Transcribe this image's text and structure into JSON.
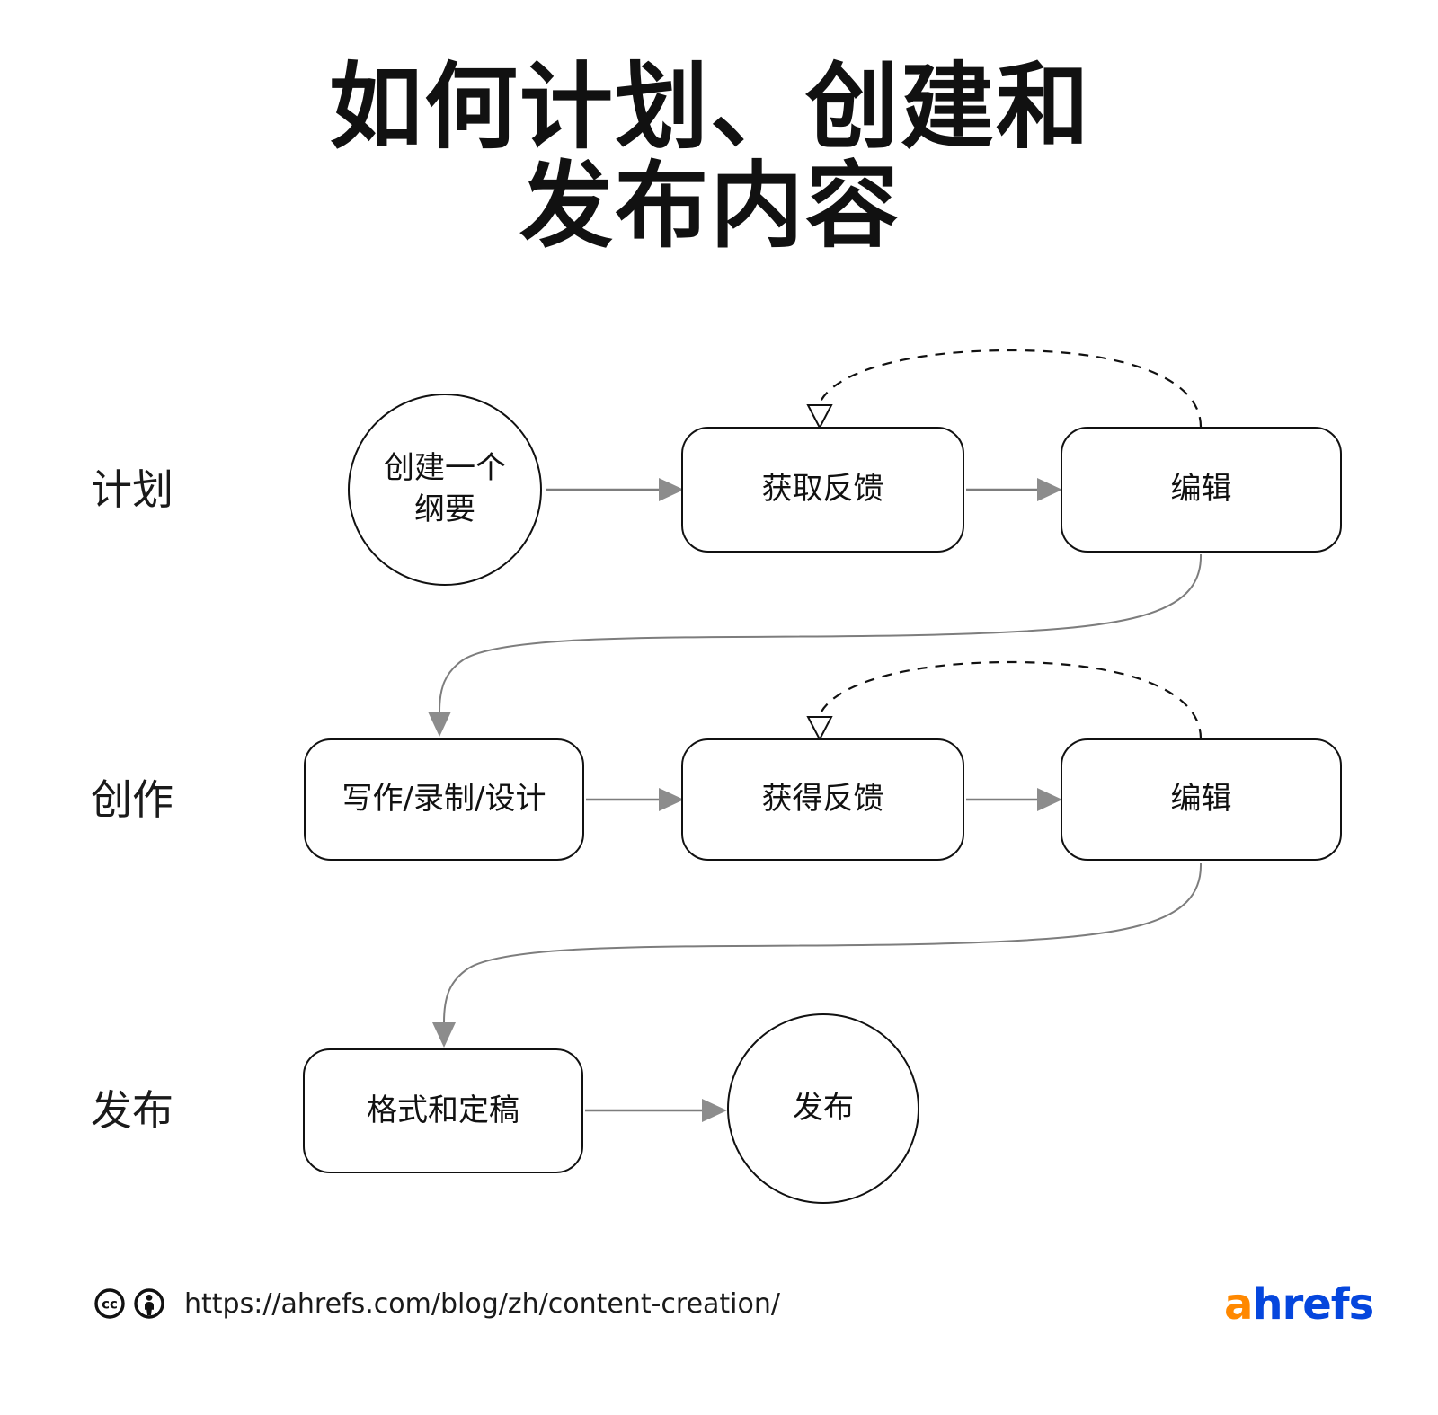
{
  "title": {
    "line1": "如何计划、创建和",
    "line2": "发布内容"
  },
  "rows": [
    {
      "label": "计划",
      "nodes": [
        {
          "text": "创建一个\n纲要",
          "shape": "circle"
        },
        {
          "text": "获取反馈",
          "shape": "box"
        },
        {
          "text": "编辑",
          "shape": "box"
        }
      ]
    },
    {
      "label": "创作",
      "nodes": [
        {
          "text": "写作/录制/设计",
          "shape": "box"
        },
        {
          "text": "获得反馈",
          "shape": "box"
        },
        {
          "text": "编辑",
          "shape": "box"
        }
      ]
    },
    {
      "label": "发布",
      "nodes": [
        {
          "text": "格式和定稿",
          "shape": "box"
        },
        {
          "text": "发布",
          "shape": "circle"
        }
      ]
    }
  ],
  "footer": {
    "url": "https://ahrefs.com/blog/zh/content-creation/",
    "cc_text": "cc",
    "brand_prefix": "a",
    "brand_rest": "hrefs"
  },
  "colors": {
    "connector_gray": "#7d7d7d",
    "arrowhead_gray": "#8c8c8c",
    "line_black": "#111111",
    "brand_orange": "#ff8800",
    "brand_blue": "#0546dd"
  }
}
